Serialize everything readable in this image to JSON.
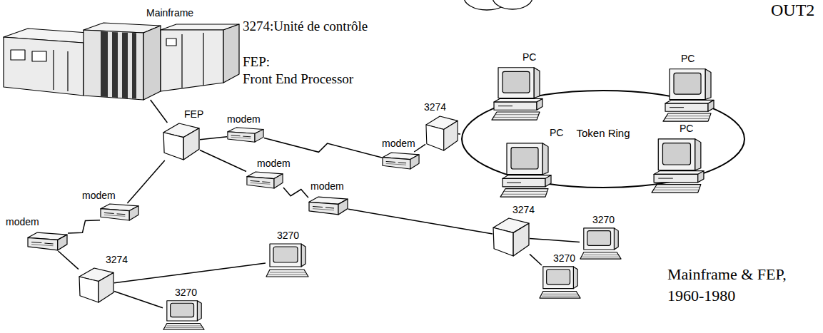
{
  "diagram": {
    "nodes": [
      {
        "text": [
          "Mainframe"
        ]
      },
      {
        "text": [
          "FEP"
        ]
      },
      {
        "text": [
          "modem"
        ]
      },
      {
        "text": [
          "modem"
        ]
      },
      {
        "text": [
          "3274"
        ]
      },
      {
        "text": [
          "Token Ring"
        ]
      },
      {
        "text": [
          "PC"
        ]
      },
      {
        "text": [
          "PC"
        ]
      },
      {
        "text": [
          "PC"
        ]
      },
      {
        "text": [
          "PC"
        ]
      },
      {
        "text": [
          "modem"
        ]
      },
      {
        "text": [
          "modem"
        ]
      },
      {
        "text": [
          "3274"
        ]
      },
      {
        "text": [
          "3270"
        ]
      },
      {
        "text": [
          "3270"
        ]
      },
      {
        "text": [
          "modem"
        ]
      },
      {
        "text": [
          "modem"
        ]
      },
      {
        "text": [
          "3274"
        ]
      },
      {
        "text": [
          "3270"
        ]
      },
      {
        "text": [
          "3270"
        ]
      }
    ],
    "edges": [
      {
        "from": 0,
        "to": 1,
        "arrow": "none"
      },
      {
        "from": 1,
        "to": 2,
        "arrow": "none"
      },
      {
        "from": 2,
        "to": 3,
        "arrow": "none"
      },
      {
        "from": 3,
        "to": 4,
        "arrow": "none"
      },
      {
        "from": 4,
        "to": 5,
        "arrow": "none"
      },
      {
        "from": 1,
        "to": 10,
        "arrow": "none"
      },
      {
        "from": 10,
        "to": 11,
        "arrow": "none"
      },
      {
        "from": 11,
        "to": 12,
        "arrow": "none"
      },
      {
        "from": 12,
        "to": 13,
        "arrow": "none"
      },
      {
        "from": 12,
        "to": 14,
        "arrow": "none"
      },
      {
        "from": 1,
        "to": 15,
        "arrow": "none"
      },
      {
        "from": 15,
        "to": 16,
        "arrow": "none"
      },
      {
        "from": 16,
        "to": 17,
        "arrow": "none"
      },
      {
        "from": 17,
        "to": 18,
        "arrow": "none"
      },
      {
        "from": 17,
        "to": 19,
        "arrow": "none"
      }
    ],
    "labels": [
      "3274:Unité de contrôle",
      "FEP:",
      "Front End Processor",
      "Mainframe & FEP,",
      "1960-1980",
      "OUT2"
    ]
  }
}
